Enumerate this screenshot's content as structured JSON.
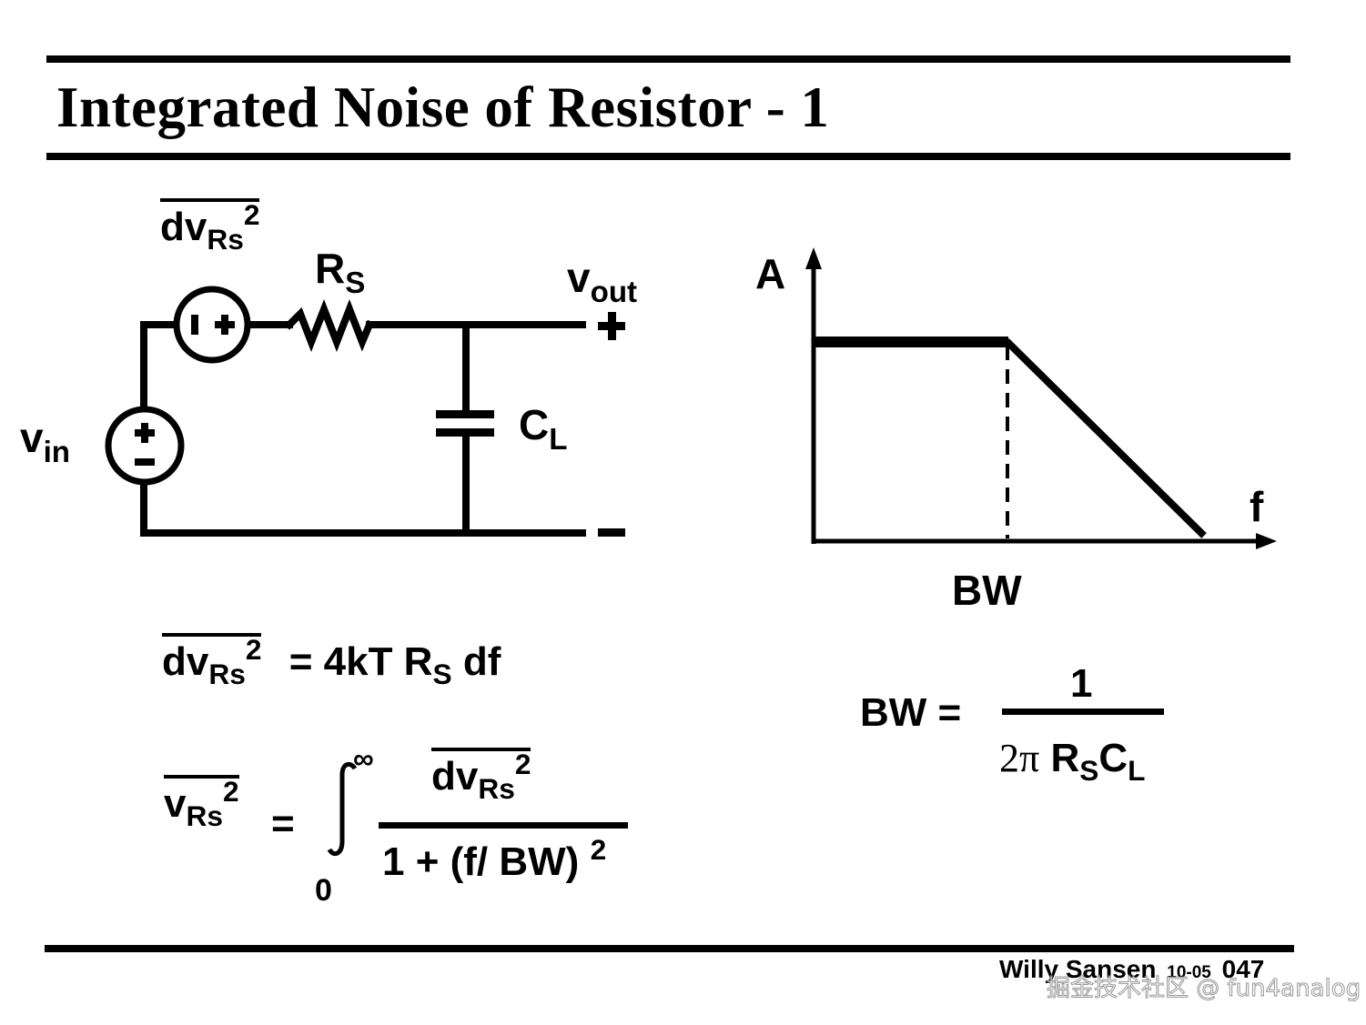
{
  "slide": {
    "title": "Integrated Noise of Resistor - 1",
    "footer": {
      "author": "Willy Sansen",
      "date": "10-05",
      "page": "047"
    },
    "watermark": "掘金技术社区 @ fun4analog"
  },
  "circuit": {
    "vin": {
      "base": "v",
      "sub": "in"
    },
    "noise_source": {
      "base": "dv",
      "sub": "Rs",
      "sup": "2"
    },
    "resistor": {
      "base": "R",
      "sub": "S"
    },
    "capacitor": {
      "base": "C",
      "sub": "L"
    },
    "vout": {
      "base": "v",
      "sub": "out"
    },
    "vout_plus": "+",
    "vout_minus": "−"
  },
  "response_plot": {
    "y_label": "A",
    "x_label": "f",
    "marker_label": "BW",
    "shape": "flat passband, then linear roll-off beyond BW (dashed marker at BW)"
  },
  "equations": {
    "eq1": {
      "lhs_base": "dv",
      "lhs_sub": "Rs",
      "lhs_sup": "2",
      "rhs_pre": "= 4kT R",
      "rhs_sub": "S",
      "rhs_post": " df"
    },
    "eq2": {
      "lhs_base": "v",
      "lhs_sub": "Rs",
      "lhs_sup": "2",
      "equals": "=",
      "upper": "∞",
      "lower": "0",
      "num_base": "dv",
      "num_sub": "Rs",
      "num_sup": "2",
      "den": "1 + (f/ BW)",
      "den_sup": "2"
    },
    "eq3": {
      "lhs": "BW =",
      "num": "1",
      "den_pre": "2π",
      "den_r": "R",
      "den_r_sub": "S",
      "den_c": "C",
      "den_c_sub": "L"
    }
  }
}
